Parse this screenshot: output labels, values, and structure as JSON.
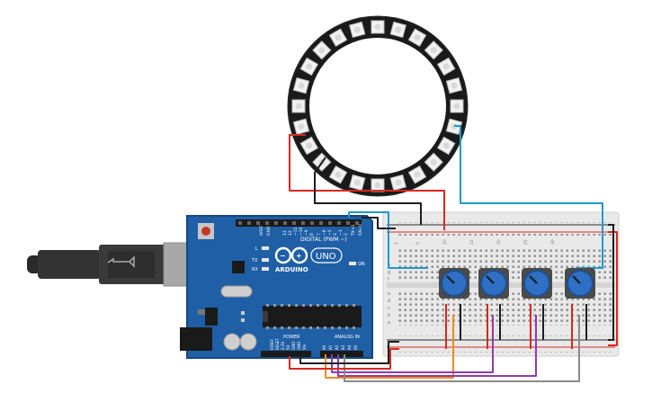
{
  "board": {
    "logo_text": "ARDUINO",
    "uno_text": "UNO",
    "digital_label": "DIGITAL (PWM ~)",
    "power_label": "POWER",
    "analog_label": "ANALOG IN",
    "on_label": "ON",
    "tx_label": "TX",
    "rx_label": "RX",
    "l_label": "L",
    "aref_label": "AREF",
    "gnd_label": "GND",
    "digital_pins": [
      "13",
      "12",
      "~11",
      "~10",
      "~9",
      "8",
      "7",
      "~6",
      "~5",
      "4",
      "~3",
      "2",
      "TX→1",
      "RX←0"
    ],
    "power_pins": [
      "IOREF",
      "RESET",
      "3.3V",
      "5V",
      "GND",
      "GND",
      "Vin"
    ],
    "analog_pins": [
      "A0",
      "A1",
      "A2",
      "A3",
      "A4",
      "A5"
    ]
  },
  "breadboard": {
    "row_letters_top": [
      "j",
      "i",
      "h",
      "g",
      "f"
    ],
    "row_letters_bottom": [
      "e",
      "d",
      "c",
      "b",
      "a"
    ],
    "col_numbers": [
      "1",
      "5",
      "10",
      "15",
      "20",
      "25",
      "30"
    ]
  },
  "colors": {
    "board": "#1f5fa6",
    "board_edge": "#16487f",
    "breadboard": "#e9e9e9",
    "ring": "#1a1a1a",
    "pot_knob": "#2f6fc4",
    "wire_red": "#d62a1e",
    "wire_black": "#1d1d1d",
    "wire_cyan": "#1b9bc9",
    "wire_orange": "#f08a1c",
    "wire_purple": "#8e3bb0",
    "wire_gray": "#8a8a8a"
  },
  "components": {
    "ring_icon": "neopixel-ring",
    "pot_icon": "rotary-potentiometer",
    "usb_icon": "usb-cable"
  }
}
